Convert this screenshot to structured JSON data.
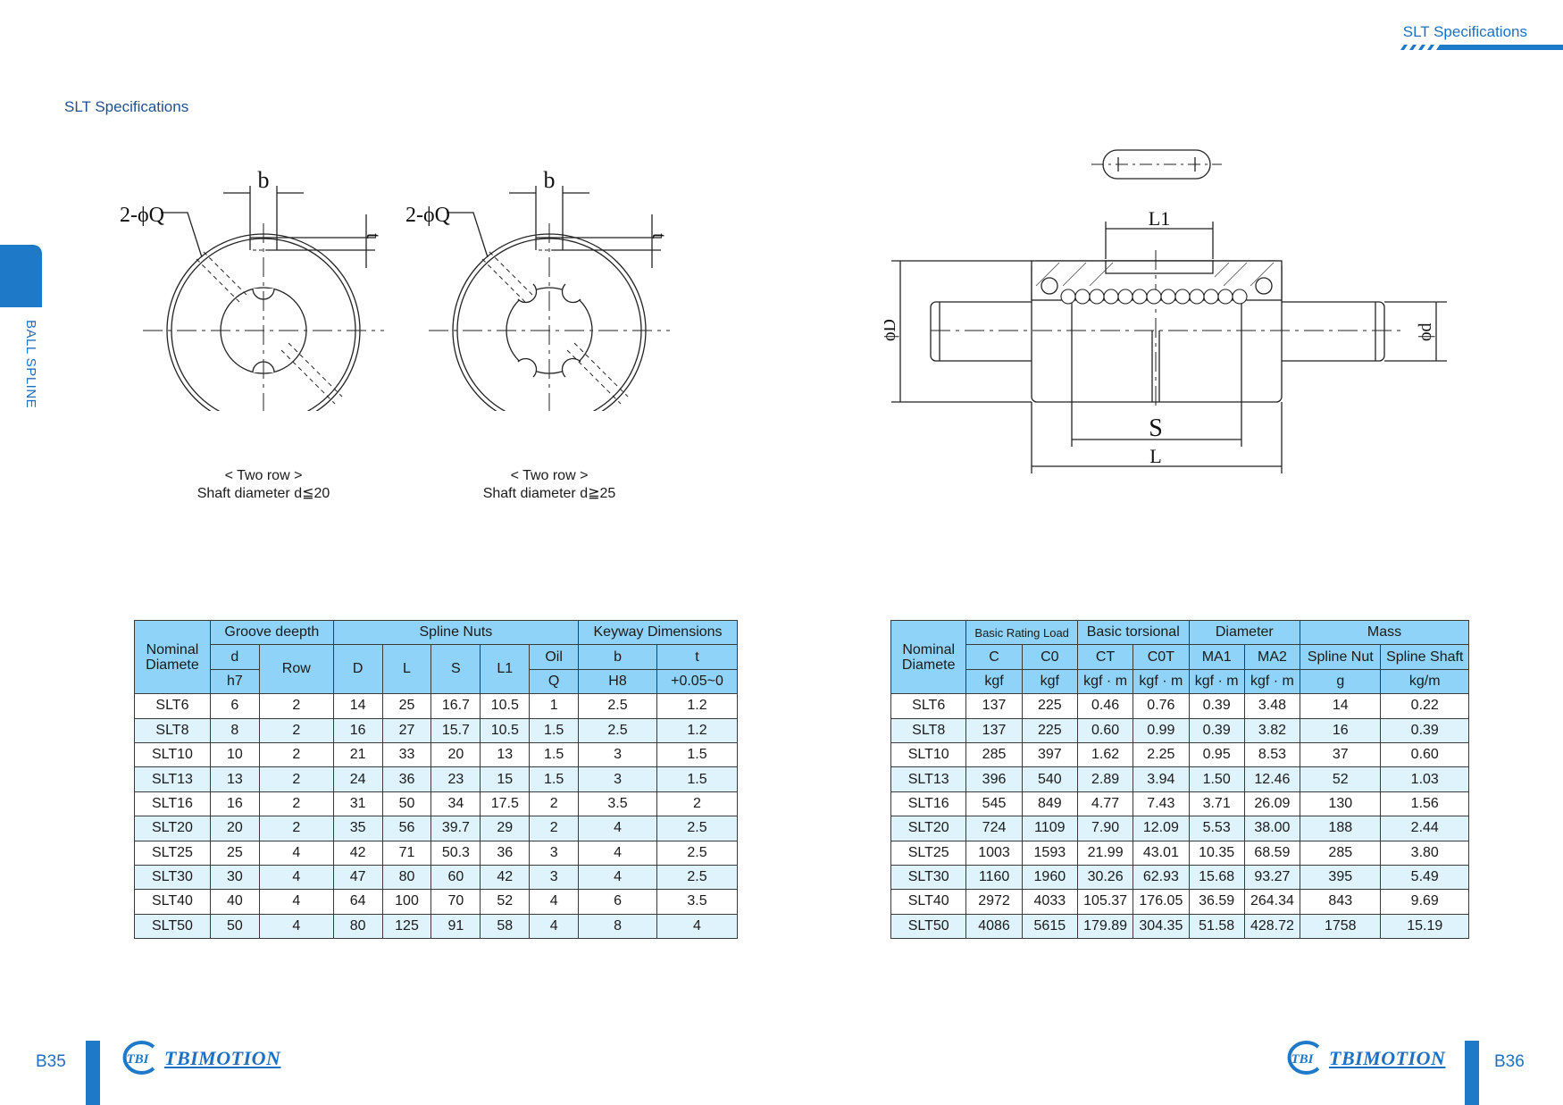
{
  "header": {
    "right_title": "SLT Specifications"
  },
  "section_title": "SLT Specifications",
  "side_label": "BALL SPLINE",
  "diagrams": {
    "labels": {
      "b": "b",
      "q": "2-ϕQ",
      "t": "t",
      "L1": "L1",
      "S": "S",
      "L": "L",
      "D": "ϕD",
      "d": "ϕd"
    },
    "left_caption": {
      "line1": "< Two row >",
      "line2": "Shaft diameter d≦20"
    },
    "right_caption": {
      "line1": "< Two row >",
      "line2": "Shaft diameter d≧25"
    }
  },
  "table1": {
    "headers": {
      "nominal": "Nominal Diamete",
      "groove": "Groove deepth",
      "spline_nuts": "Spline Nuts",
      "keyway": "Keyway Dimensions",
      "d": "d",
      "row": "Row",
      "D": "D",
      "L": "L",
      "S": "S",
      "L1": "L1",
      "oil": "Oil",
      "b": "b",
      "t": "t",
      "h7": "h7",
      "Q": "Q",
      "H8": "H8",
      "tol": "+0.05~0"
    },
    "rows": [
      [
        "SLT6",
        "6",
        "2",
        "14",
        "25",
        "16.7",
        "10.5",
        "1",
        "2.5",
        "1.2"
      ],
      [
        "SLT8",
        "8",
        "2",
        "16",
        "27",
        "15.7",
        "10.5",
        "1.5",
        "2.5",
        "1.2"
      ],
      [
        "SLT10",
        "10",
        "2",
        "21",
        "33",
        "20",
        "13",
        "1.5",
        "3",
        "1.5"
      ],
      [
        "SLT13",
        "13",
        "2",
        "24",
        "36",
        "23",
        "15",
        "1.5",
        "3",
        "1.5"
      ],
      [
        "SLT16",
        "16",
        "2",
        "31",
        "50",
        "34",
        "17.5",
        "2",
        "3.5",
        "2"
      ],
      [
        "SLT20",
        "20",
        "2",
        "35",
        "56",
        "39.7",
        "29",
        "2",
        "4",
        "2.5"
      ],
      [
        "SLT25",
        "25",
        "4",
        "42",
        "71",
        "50.3",
        "36",
        "3",
        "4",
        "2.5"
      ],
      [
        "SLT30",
        "30",
        "4",
        "47",
        "80",
        "60",
        "42",
        "3",
        "4",
        "2.5"
      ],
      [
        "SLT40",
        "40",
        "4",
        "64",
        "100",
        "70",
        "52",
        "4",
        "6",
        "3.5"
      ],
      [
        "SLT50",
        "50",
        "4",
        "80",
        "125",
        "91",
        "58",
        "4",
        "8",
        "4"
      ]
    ]
  },
  "table2": {
    "headers": {
      "nominal": "Nominal Diamete",
      "rating": "Basic Rating Load",
      "torsional": "Basic torsional",
      "diameter": "Diameter",
      "mass": "Mass",
      "C": "C",
      "C0": "C0",
      "CT": "CT",
      "C0T": "C0T",
      "MA1": "MA1",
      "MA2": "MA2",
      "spline_nut": "Spline Nut",
      "spline_shaft": "Spline Shaft",
      "kgf": "kgf",
      "kgfm": "kgf · m",
      "g": "g",
      "kgpm": "kg/m"
    },
    "rows": [
      [
        "SLT6",
        "137",
        "225",
        "0.46",
        "0.76",
        "0.39",
        "3.48",
        "14",
        "0.22"
      ],
      [
        "SLT8",
        "137",
        "225",
        "0.60",
        "0.99",
        "0.39",
        "3.82",
        "16",
        "0.39"
      ],
      [
        "SLT10",
        "285",
        "397",
        "1.62",
        "2.25",
        "0.95",
        "8.53",
        "37",
        "0.60"
      ],
      [
        "SLT13",
        "396",
        "540",
        "2.89",
        "3.94",
        "1.50",
        "12.46",
        "52",
        "1.03"
      ],
      [
        "SLT16",
        "545",
        "849",
        "4.77",
        "7.43",
        "3.71",
        "26.09",
        "130",
        "1.56"
      ],
      [
        "SLT20",
        "724",
        "1109",
        "7.90",
        "12.09",
        "5.53",
        "38.00",
        "188",
        "2.44"
      ],
      [
        "SLT25",
        "1003",
        "1593",
        "21.99",
        "43.01",
        "10.35",
        "68.59",
        "285",
        "3.80"
      ],
      [
        "SLT30",
        "1160",
        "1960",
        "30.26",
        "62.93",
        "15.68",
        "93.27",
        "395",
        "5.49"
      ],
      [
        "SLT40",
        "2972",
        "4033",
        "105.37",
        "176.05",
        "36.59",
        "264.34",
        "843",
        "9.69"
      ],
      [
        "SLT50",
        "4086",
        "5615",
        "179.89",
        "304.35",
        "51.58",
        "428.72",
        "1758",
        "15.19"
      ]
    ]
  },
  "footer": {
    "left_page": "B35",
    "right_page": "B36",
    "logo_badge": "TBI",
    "logo_text": "TBIMOTION",
    "brand_color": "#1e7ac8"
  }
}
